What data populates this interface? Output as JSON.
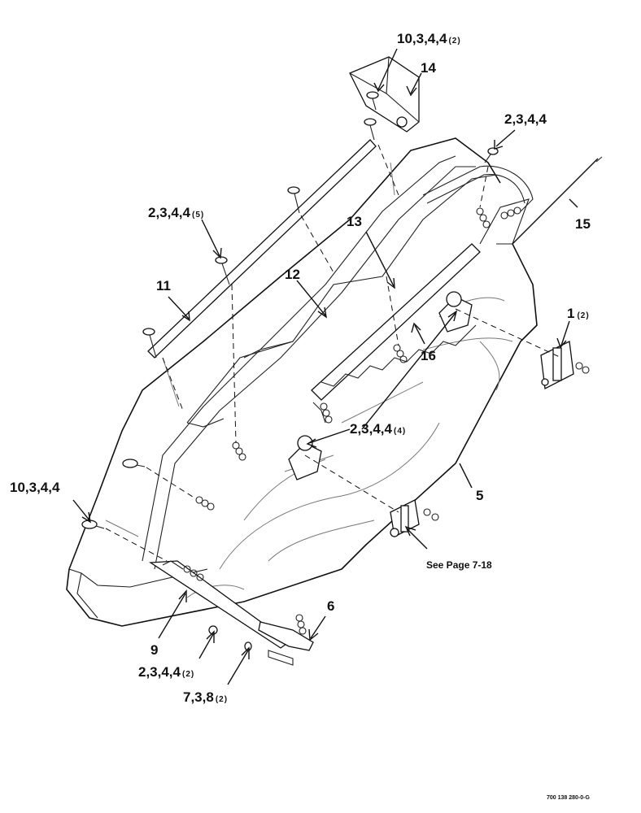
{
  "callouts": {
    "c10_top": "10,3,4,4",
    "c10_top_qty": "(2)",
    "c14": "14",
    "c2_right": "2,3,4,4",
    "c2_5": "2,3,4,4",
    "c2_5_qty": "(5)",
    "c15": "15",
    "c13": "13",
    "c11": "11",
    "c12": "12",
    "c1": "1",
    "c1_qty": "(2)",
    "c16": "16",
    "c2_4": "2,3,4,4",
    "c2_4_qty": "(4)",
    "c10_left": "10,3,4,4",
    "c5": "5",
    "see_page": "See Page 7-18",
    "c6": "6",
    "c9": "9",
    "c2_2": "2,3,4,4",
    "c2_2_qty": "(2)",
    "c7": "7,3,8",
    "c7_qty": "(2)"
  },
  "figure_id": "700 138 280-0-G"
}
